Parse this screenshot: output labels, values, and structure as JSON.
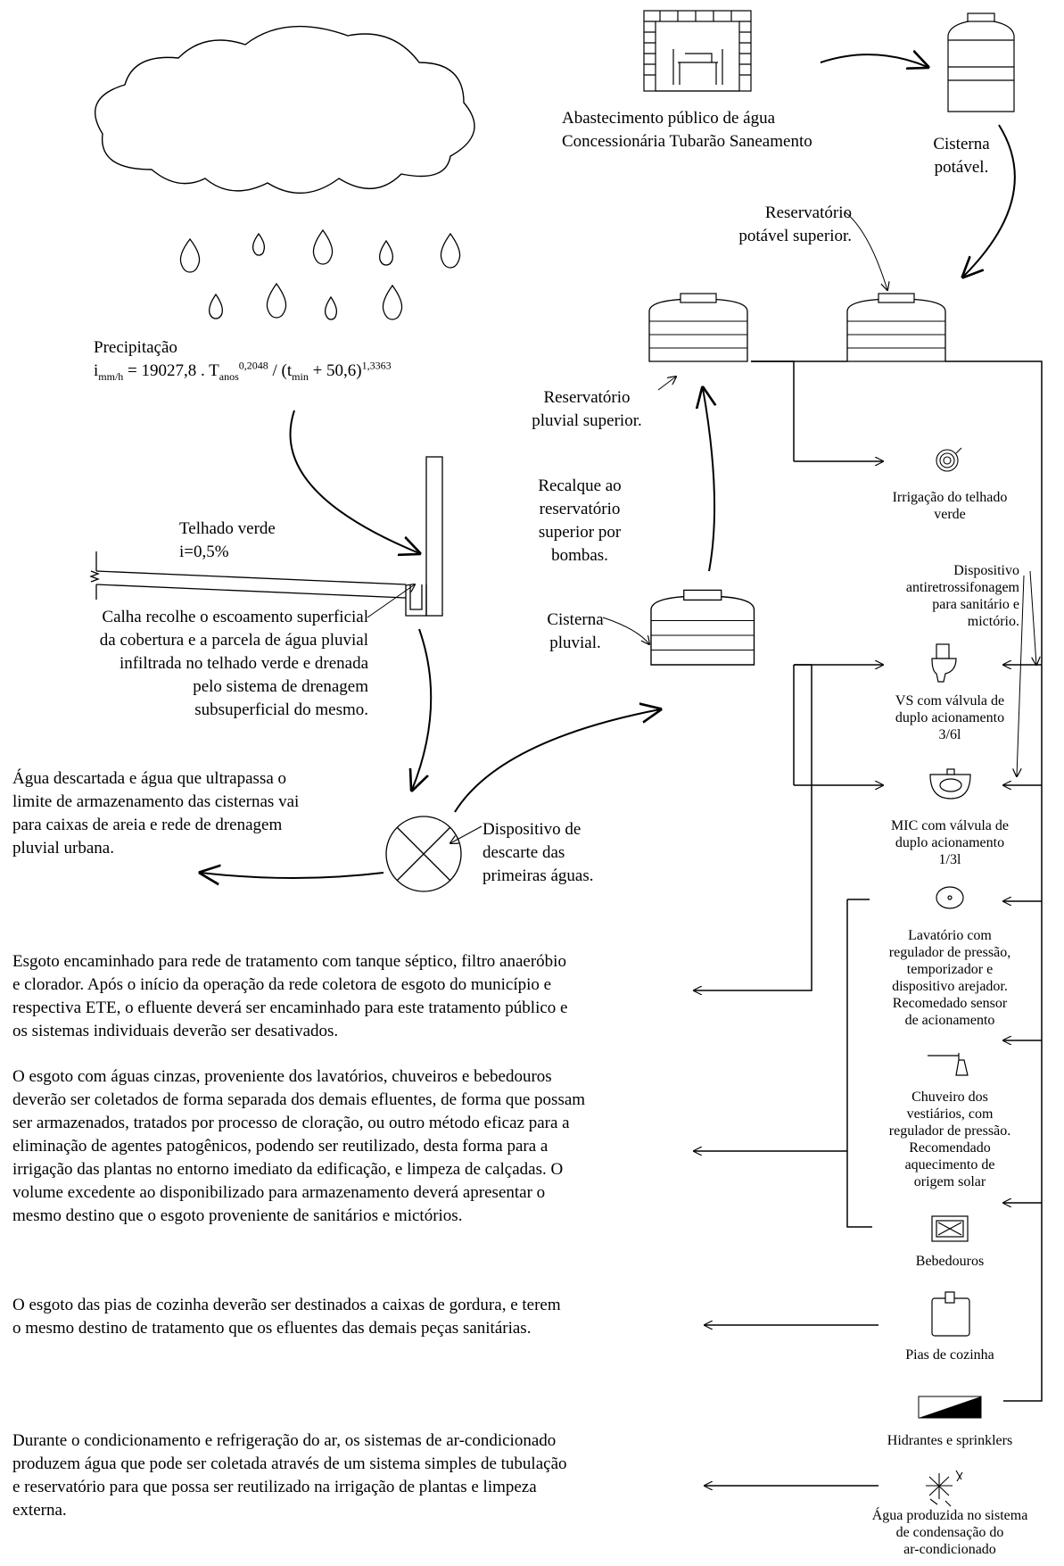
{
  "supply": {
    "public_line1": "Abastecimento público de água",
    "public_line2": "Concessionária Tubarão Saneamento",
    "cistern_line1": "Cisterna",
    "cistern_line2": "potável.",
    "upper_tank_line1": "Reservatório",
    "upper_tank_line2": "potável superior."
  },
  "rain": {
    "label": "Precipitação",
    "formula_i": "i",
    "formula_i_sub": "mm/h",
    "formula_eq": " = 19027,8 . T",
    "formula_T_sub": "anos",
    "formula_T_sup": "0,2048",
    "formula_div": " / (t",
    "formula_t_sub": "min",
    "formula_plus": " + 50,6)",
    "formula_exp": "1,3363"
  },
  "roof": {
    "line1": "Telhado verde",
    "line2": "i=0,5%"
  },
  "gutter": {
    "lines": [
      "Calha recolhe o escoamento superficial",
      "da cobertura e a parcela de água pluvial",
      "infiltrada no telhado verde e drenada",
      "pelo sistema de drenagem",
      "subsuperficial do mesmo."
    ]
  },
  "pluvial_upper": {
    "line1": "Reservatório",
    "line2": "pluvial superior."
  },
  "pumping": {
    "lines": [
      "Recalque ao",
      "reservatório",
      "superior por",
      "bombas."
    ]
  },
  "pluvial_cistern": {
    "line1": "Cisterna",
    "line2": "pluvial."
  },
  "overflow": {
    "lines": [
      "Água descartada e água que ultrapassa o",
      "limite de armazenamento das cisternas vai",
      "para caixas de areia e rede de drenagem",
      "pluvial urbana."
    ]
  },
  "first_flush": {
    "lines": [
      "Dispositivo de",
      "descarte das",
      "primeiras águas."
    ]
  },
  "uses": {
    "irrigation": [
      "Irrigação do telhado",
      "verde"
    ],
    "backflow": [
      "Dispositivo",
      "antiretrossifonagem",
      "para sanitário e",
      "mictório."
    ],
    "toilet": [
      "VS com válvula de",
      "duplo acionamento",
      "3/6l"
    ],
    "urinal": [
      "MIC com válvula de",
      "duplo acionamento",
      "1/3l"
    ],
    "basin": [
      "Lavatório com",
      "regulador de pressão,",
      "temporizador e",
      "dispositivo arejador.",
      "Recomedado sensor",
      "de acionamento"
    ],
    "shower": [
      "Chuveiro dos",
      "vestiários, com",
      "regulador de pressão.",
      "Recomendado",
      "aquecimento de",
      "origem solar"
    ],
    "fountain": [
      "Bebedouros"
    ],
    "kitchen": [
      "Pias de cozinha"
    ],
    "hydrants": [
      "Hidrantes e sprinklers"
    ],
    "ac": [
      "Água produzida no sistema",
      "de condensação do",
      "ar-condicionado"
    ]
  },
  "notes": {
    "sewage": [
      "Esgoto encaminhado para rede de tratamento com tanque séptico, filtro anaeróbio",
      "e clorador. Após o início da operação da rede coletora de esgoto do município e",
      "respectiva ETE, o efluente deverá ser encaminhado para este tratamento público e",
      "os sistemas individuais deverão ser desativados."
    ],
    "greywater": [
      "O esgoto com águas cinzas, proveniente dos lavatórios, chuveiros e bebedouros",
      "deverão ser coletados de forma separada dos demais efluentes, de forma que possam",
      "ser armazenados, tratados por processo de cloração, ou outro método eficaz para a",
      "eliminação de agentes patogênicos, podendo ser reutilizado, desta forma para a",
      "irrigação das plantas no entorno imediato da edificação, e limpeza de calçadas. O",
      "volume excedente ao disponibilizado para armazenamento deverá apresentar o",
      "mesmo destino que o esgoto proveniente de sanitários e mictórios."
    ],
    "kitchen": [
      "O esgoto das pias de cozinha deverão ser destinados a caixas de gordura, e terem",
      "o mesmo destino de tratamento que os efluentes das demais peças sanitárias."
    ],
    "ac": [
      "Durante o condicionamento e refrigeração do ar, os sistemas de ar-condicionado",
      "produzem água que pode ser coletada através de um sistema simples de tubulação",
      "e reservatório para que possa ser reutilizado na irrigação de plantas e limpeza",
      "externa."
    ]
  }
}
